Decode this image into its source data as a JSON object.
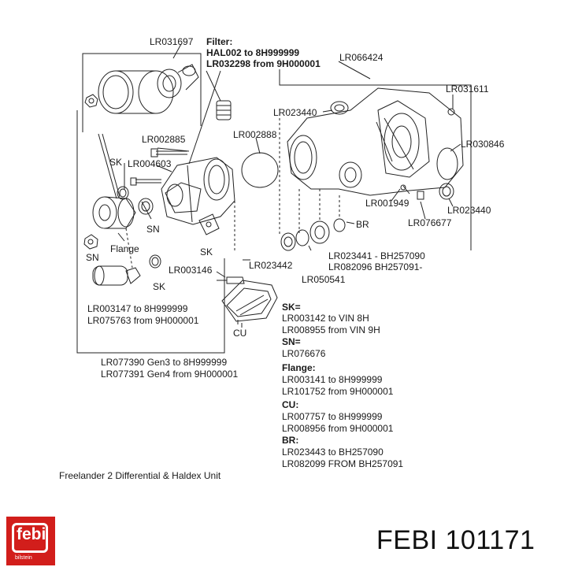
{
  "callouts": {
    "lr031697": "LR031697",
    "filter_title": "Filter:",
    "filter_line1": "HAL002 to 8H999999",
    "filter_line2": "LR032298 from 9H000001",
    "lr066424": "LR066424",
    "lr031611": "LR031611",
    "lr023440_top": "LR023440",
    "lr002885": "LR002885",
    "lr002888": "LR002888",
    "lr030846": "LR030846",
    "sk_top": "SK",
    "lr004603": "LR004603",
    "lr001949": "LR001949",
    "lr023440_right": "LR023440",
    "sn_mid": "SN",
    "br": "BR",
    "lr076677": "LR076677",
    "sn_left": "SN",
    "flange": "Flange",
    "sk_mid": "SK",
    "lr023441": "LR023441 - BH257090",
    "lr082096": "LR082096 BH257091-",
    "lr023442": "LR023442",
    "lr003146": "LR003146",
    "lr050541": "LR050541",
    "sk_low": "SK",
    "lr003147": "LR003147 to 8H999999",
    "lr075763": "LR075763 from 9H000001",
    "cu": "CU",
    "lr077390": "LR077390 Gen3 to 8H999999",
    "lr077391": "LR077391 Gen4 from 9H000001"
  },
  "legend": [
    {
      "text": "SK=",
      "bold": true
    },
    {
      "text": "LR003142 to VIN 8H",
      "bold": false
    },
    {
      "text": "LR008955 from VIN 9H",
      "bold": false
    },
    {
      "text": "SN=",
      "bold": true
    },
    {
      "text": "LR076676",
      "bold": false
    },
    {
      "text": "Flange:",
      "bold": true
    },
    {
      "text": "LR003141 to 8H999999",
      "bold": false
    },
    {
      "text": "LR101752 from 9H000001",
      "bold": false
    },
    {
      "text": "CU:",
      "bold": true
    },
    {
      "text": "LR007757 to 8H999999",
      "bold": false
    },
    {
      "text": "LR008956 from 9H000001",
      "bold": false
    },
    {
      "text": "BR:",
      "bold": true
    },
    {
      "text": "LR023443 to BH257090",
      "bold": false
    },
    {
      "text": "LR082099 FROM BH257091",
      "bold": false
    }
  ],
  "caption": "Freelander 2 Differential & Haldex Unit",
  "brand": {
    "logo_word": "febi",
    "logo_sub": "bilstein",
    "part_title": "FEBI 101171",
    "logo_color": "#d21e1b"
  }
}
